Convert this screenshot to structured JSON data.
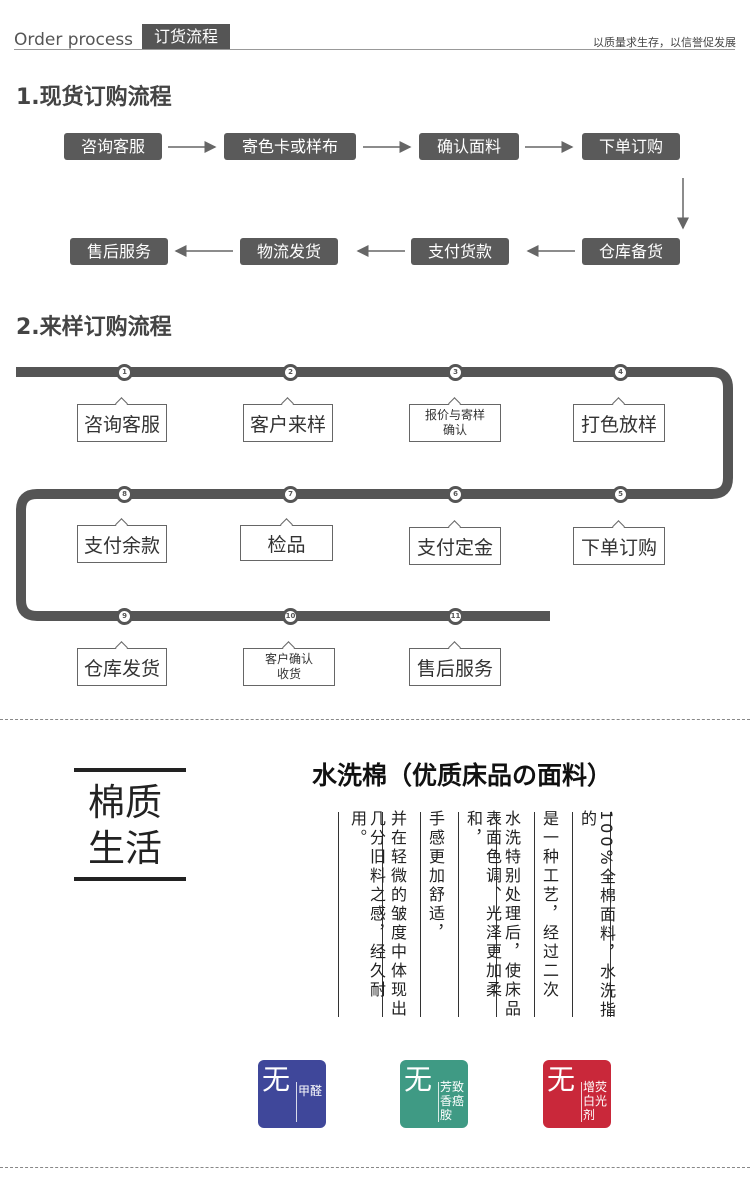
{
  "header": {
    "title_en": "Order process",
    "title_cn": "订货流程",
    "slogan": "以质量求生存，以信誉促发展"
  },
  "section1": {
    "title": "1.现货订购流程",
    "row1": [
      "咨询客服",
      "寄色卡或样布",
      "确认面料",
      "下单订购"
    ],
    "row2": [
      "售后服务",
      "物流发货",
      "支付货款",
      "仓库备货"
    ]
  },
  "section2": {
    "title": "2.来样订购流程",
    "steps": [
      {
        "num": "1",
        "label": "咨询客服"
      },
      {
        "num": "2",
        "label": "客户来样"
      },
      {
        "num": "3",
        "label": "报价与寄样\n确认"
      },
      {
        "num": "4",
        "label": "打色放样"
      },
      {
        "num": "5",
        "label": "下单订购"
      },
      {
        "num": "6",
        "label": "支付定金"
      },
      {
        "num": "7",
        "label": "检品"
      },
      {
        "num": "8",
        "label": "支付余款"
      },
      {
        "num": "9",
        "label": "仓库发货"
      },
      {
        "num": "10",
        "label": "客户确认\n收货"
      },
      {
        "num": "11",
        "label": "售后服务"
      }
    ]
  },
  "material": {
    "brand_line1": "棉质",
    "brand_line2": "生活",
    "title": "水洗棉（优质床品の面料）",
    "columns": [
      "100%全棉面料，水洗指的",
      "是一种工艺，经过二次",
      "水洗特别处理后，使床品",
      "表面色调、光泽更加柔和，",
      "手感更加舒适，",
      "并在轻微的皱度中体现出",
      "几分旧料之感，经久耐用。"
    ],
    "badges": [
      {
        "wu": "无",
        "text": "甲醛",
        "color": "#3f479a"
      },
      {
        "wu": "无",
        "text": "芳致香癌胺",
        "color": "#3f9a84"
      },
      {
        "wu": "无",
        "text": "增荧白光剂",
        "color": "#c9283a"
      }
    ]
  },
  "colors": {
    "dark": "#555555",
    "pill": "#5a5a5a"
  }
}
